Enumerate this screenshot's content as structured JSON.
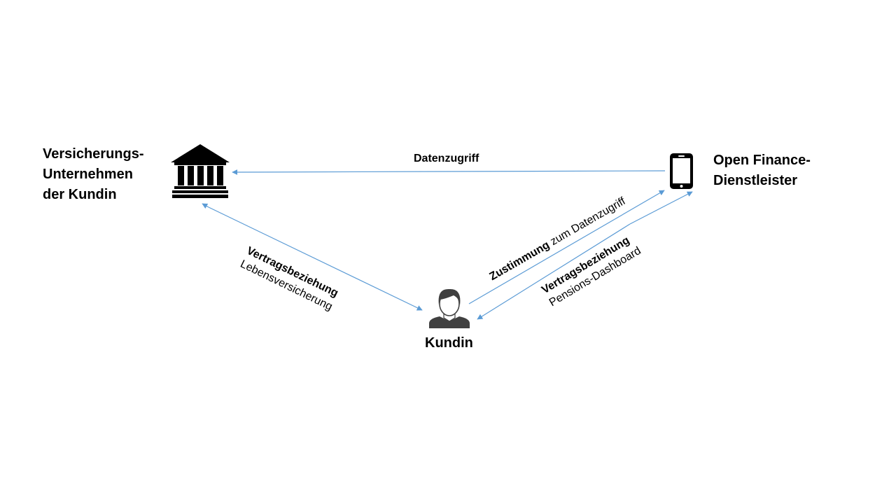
{
  "nodes": {
    "insurer": {
      "lines": [
        "Versicherungs-",
        "Unternehmen",
        "der Kundin"
      ],
      "icon": "bank-icon"
    },
    "provider": {
      "lines": [
        "Open Finance-",
        "Dienstleister"
      ],
      "icon": "smartphone-icon"
    },
    "customer": {
      "label": "Kundin",
      "icon": "person-icon"
    }
  },
  "edges": {
    "data_access": {
      "label": "Datenzugriff"
    },
    "contract_insurer": {
      "bold": "Vertragsbeziehung",
      "text": "Lebensversicherung"
    },
    "consent": {
      "bold": "Zustimmung",
      "text": "zum Datenzugriff"
    },
    "contract_provider": {
      "bold": "Vertragsbeziehung",
      "text": "Pensions-Dashboard"
    }
  },
  "colors": {
    "arrow": "#5b9bd5",
    "icon": "#000000",
    "person": "#404040",
    "text": "#000000"
  }
}
